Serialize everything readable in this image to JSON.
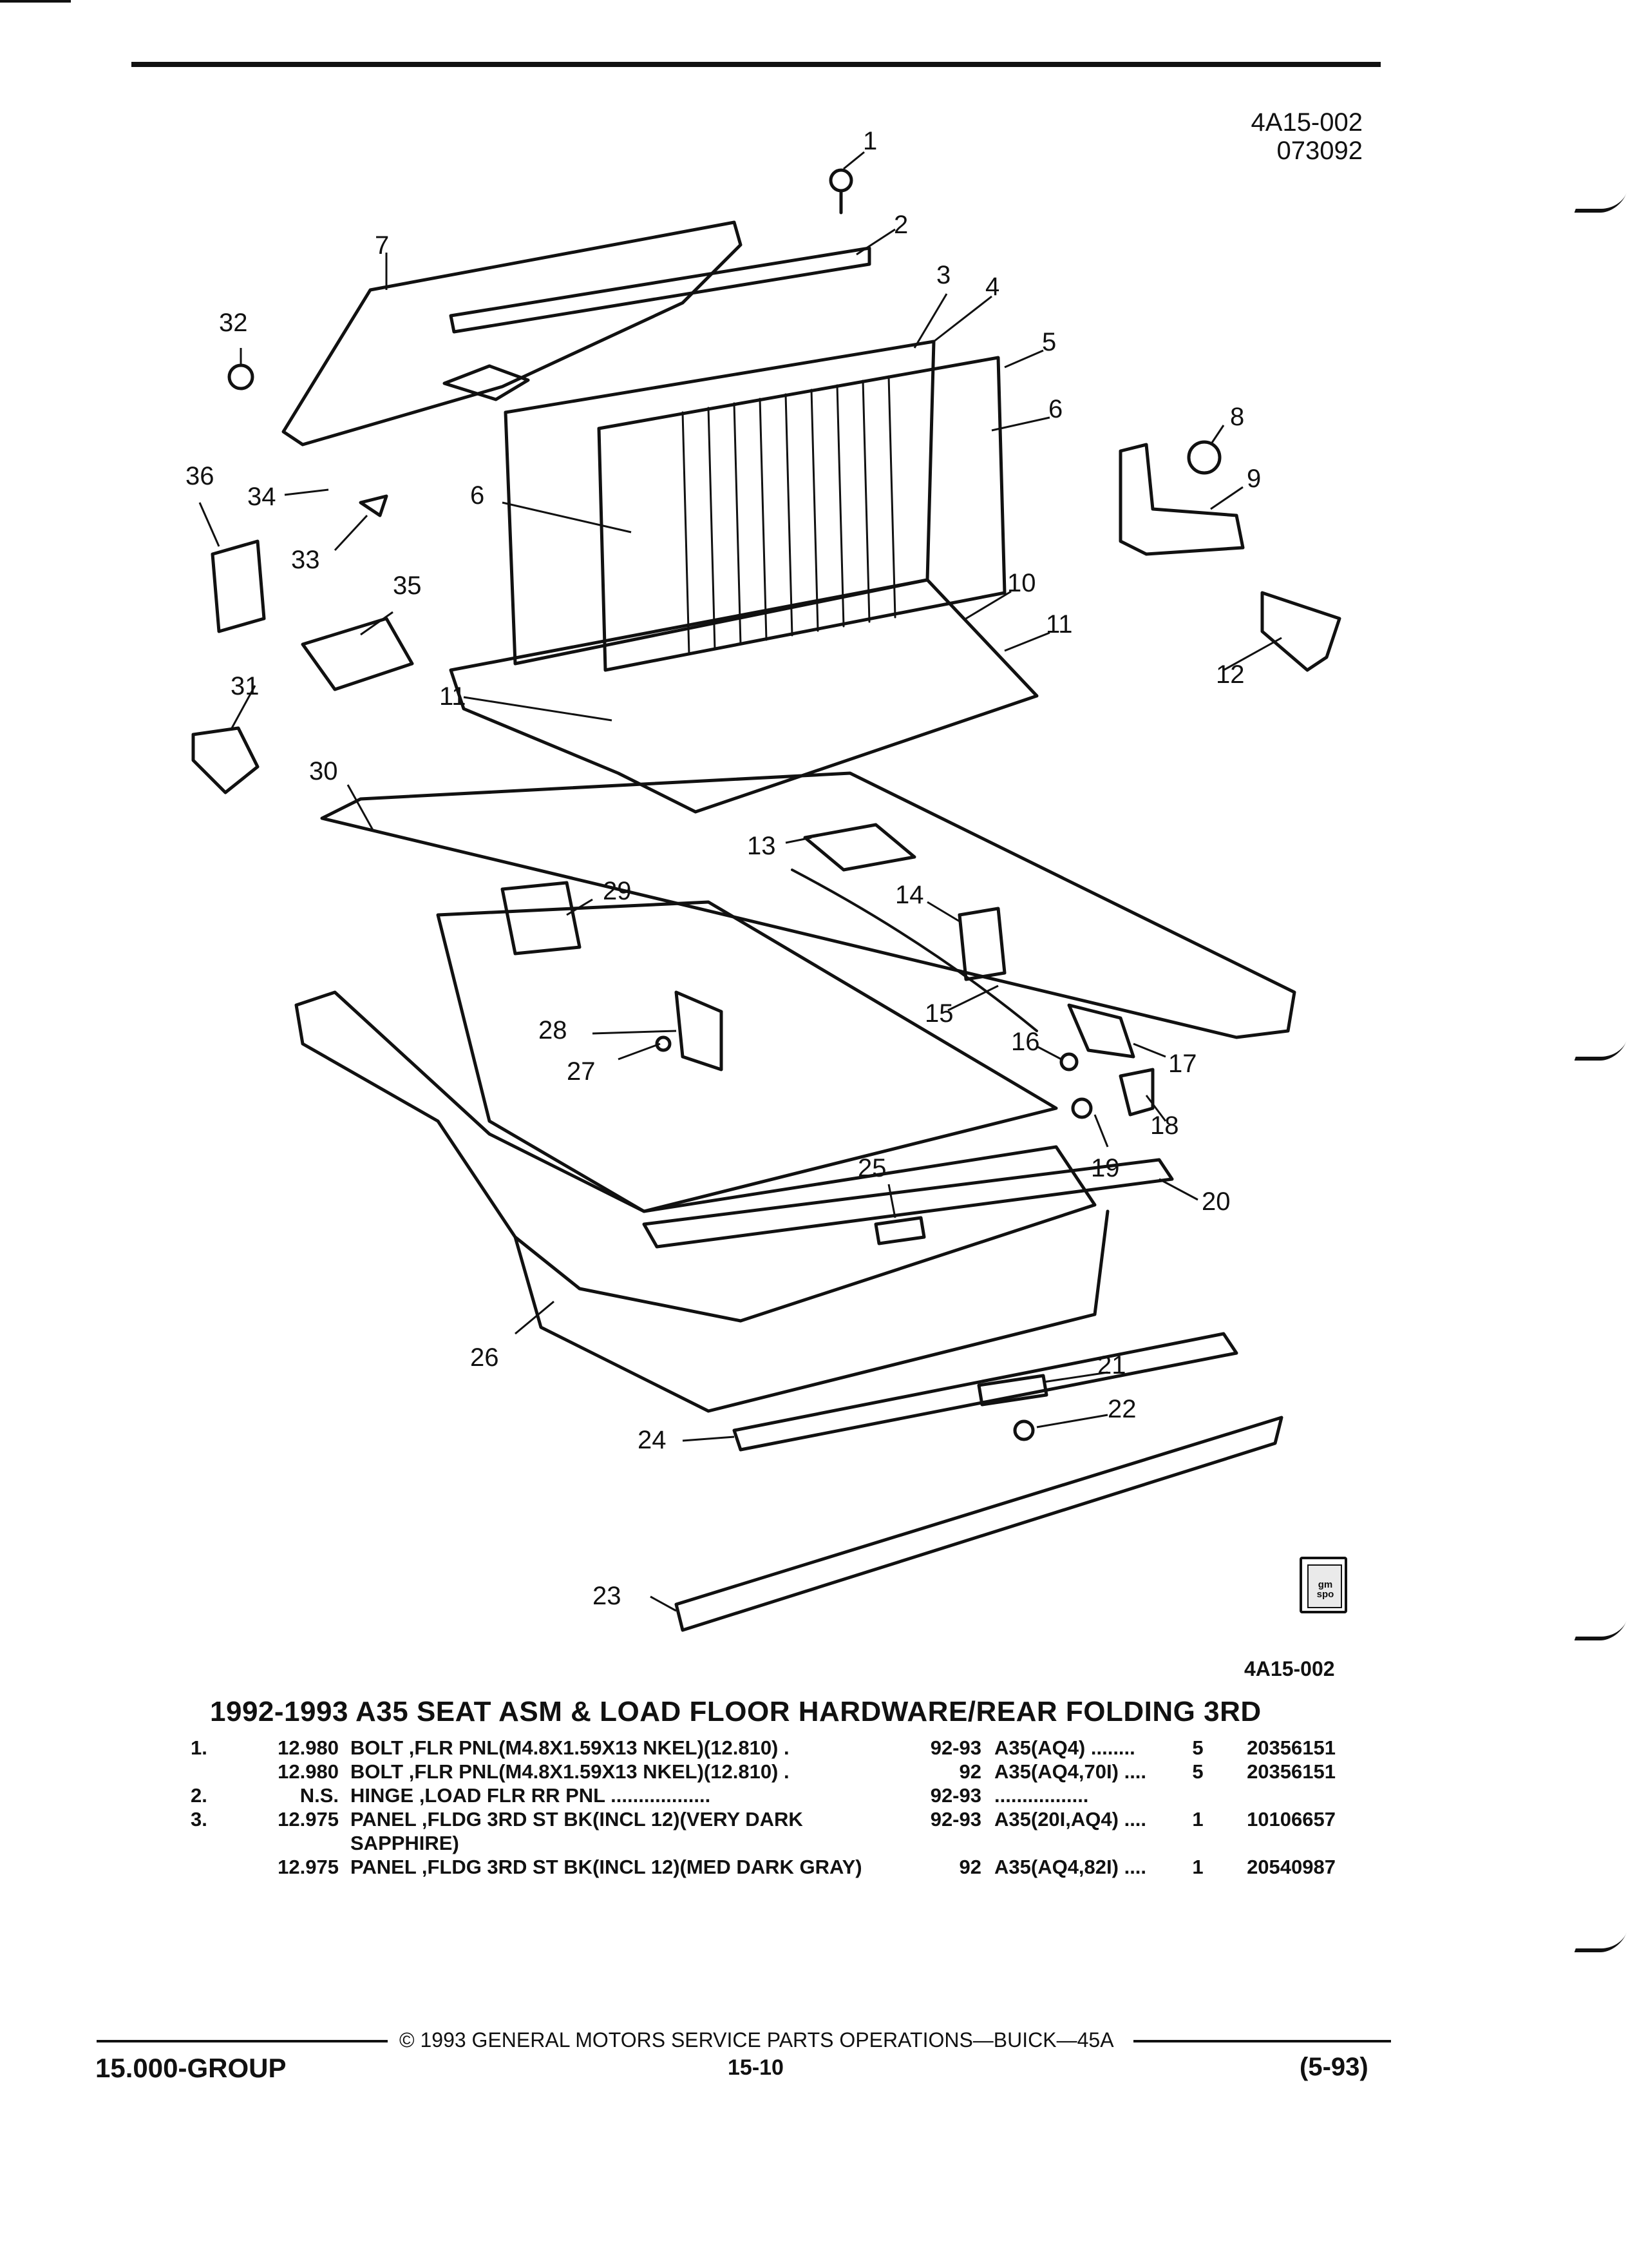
{
  "header": {
    "illustration_id": "4A15-002",
    "date_code": "073092"
  },
  "figure": {
    "id": "4A15-002",
    "callouts": [
      "1",
      "2",
      "3",
      "4",
      "5",
      "6",
      "6",
      "7",
      "8",
      "9",
      "10",
      "11",
      "11",
      "12",
      "13",
      "14",
      "15",
      "16",
      "17",
      "18",
      "19",
      "20",
      "21",
      "22",
      "23",
      "24",
      "25",
      "26",
      "27",
      "28",
      "29",
      "30",
      "31",
      "32",
      "33",
      "34",
      "35",
      "36"
    ],
    "logo_text": "gm spo"
  },
  "title": "1992-1993 A35 SEAT ASM & LOAD FLOOR HARDWARE/REAR FOLDING 3RD",
  "parts": [
    {
      "item": "1.",
      "group": "12.980",
      "name": "BOLT",
      "desc": ",FLR PNL(M4.8X1.59X13 NKEL)(12.810)  .",
      "years": "92-93",
      "model": "A35(AQ4) ........",
      "qty": "5",
      "part": "20356151"
    },
    {
      "item": "",
      "group": "12.980",
      "name": "BOLT",
      "desc": ",FLR PNL(M4.8X1.59X13 NKEL)(12.810)  .",
      "years": "92",
      "model": "A35(AQ4,70I) ....",
      "qty": "5",
      "part": "20356151"
    },
    {
      "item": "2.",
      "group": "N.S.",
      "name": "HINGE",
      "desc": ",LOAD FLR RR PNL ..................",
      "years": "92-93",
      "model": ".................",
      "qty": "",
      "part": ""
    },
    {
      "item": "3.",
      "group": "12.975",
      "name": "PANEL",
      "desc": ",FLDG 3RD ST BK(INCL 12)(VERY DARK SAPPHIRE)",
      "years": "92-93",
      "model": "A35(20I,AQ4) ....",
      "qty": "1",
      "part": "10106657"
    },
    {
      "item": "",
      "group": "12.975",
      "name": "PANEL",
      "desc": ",FLDG 3RD ST BK(INCL 12)(MED DARK GRAY)",
      "years": "92",
      "model": "A35(AQ4,82I) ....",
      "qty": "1",
      "part": "20540987"
    }
  ],
  "footer": {
    "copyright": "© 1993 GENERAL MOTORS SERVICE PARTS OPERATIONS—BUICK—45A",
    "group": "15.000-GROUP",
    "page": "15-10",
    "revision": "(5-93)"
  }
}
